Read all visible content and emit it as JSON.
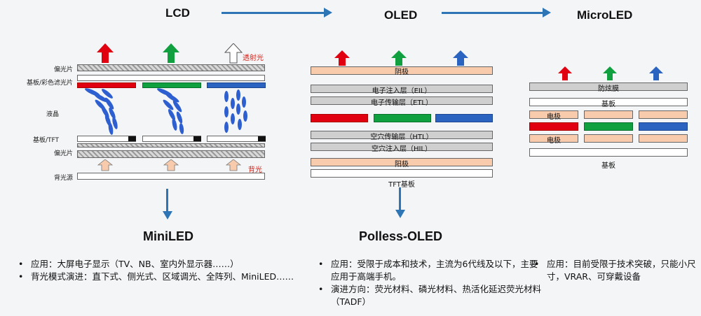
{
  "flow": {
    "lcd": "LCD",
    "oled": "OLED",
    "microled": "MicroLED"
  },
  "lcd": {
    "labels": {
      "polarizer_top": "偏光片",
      "substrate_filter": "基板/彩色滤光片",
      "liquid_crystal": "液晶",
      "substrate_tft": "基板/TFT",
      "polarizer_bottom": "偏光片",
      "backlight_source": "背光源"
    },
    "transmitted_light": "透射光",
    "backlight": "背光"
  },
  "oled": {
    "layers": [
      "阴极",
      "电子注入层（EIL）",
      "电子传输层（ETL）",
      "空穴传输层（HTL）",
      "空穴注入层（HIL）",
      "阳极",
      "TFT基板"
    ]
  },
  "microled": {
    "layers": {
      "protective_film": "防炫膜",
      "substrate_top": "基板",
      "electrode_top": "电极",
      "electrode_bottom": "电极",
      "substrate_bottom": "基板"
    }
  },
  "successors": {
    "miniled": "MiniLED",
    "polless": "Polless-OLED"
  },
  "notes": {
    "miniled": [
      "应用：大屏电子显示（TV、NB、室内外显示器……）",
      "背光模式演进：直下式、侧光式、区域调光、全阵列、MiniLED……"
    ],
    "polless": [
      "应用：受限于成本和技术，主流为6代线及以下，主要应用于高端手机。",
      "演进方向：荧光材料、磷光材料、热活化延迟荧光材料（TADF）"
    ],
    "microled": [
      "应用：目前受限于技术突破，只能小尺寸，VRAR、可穿戴设备"
    ]
  },
  "colors": {
    "red": "#e00010",
    "green": "#11a040",
    "blue": "#2a63c0",
    "arrow": "#2e75b6",
    "peach": "#f8cbad"
  }
}
